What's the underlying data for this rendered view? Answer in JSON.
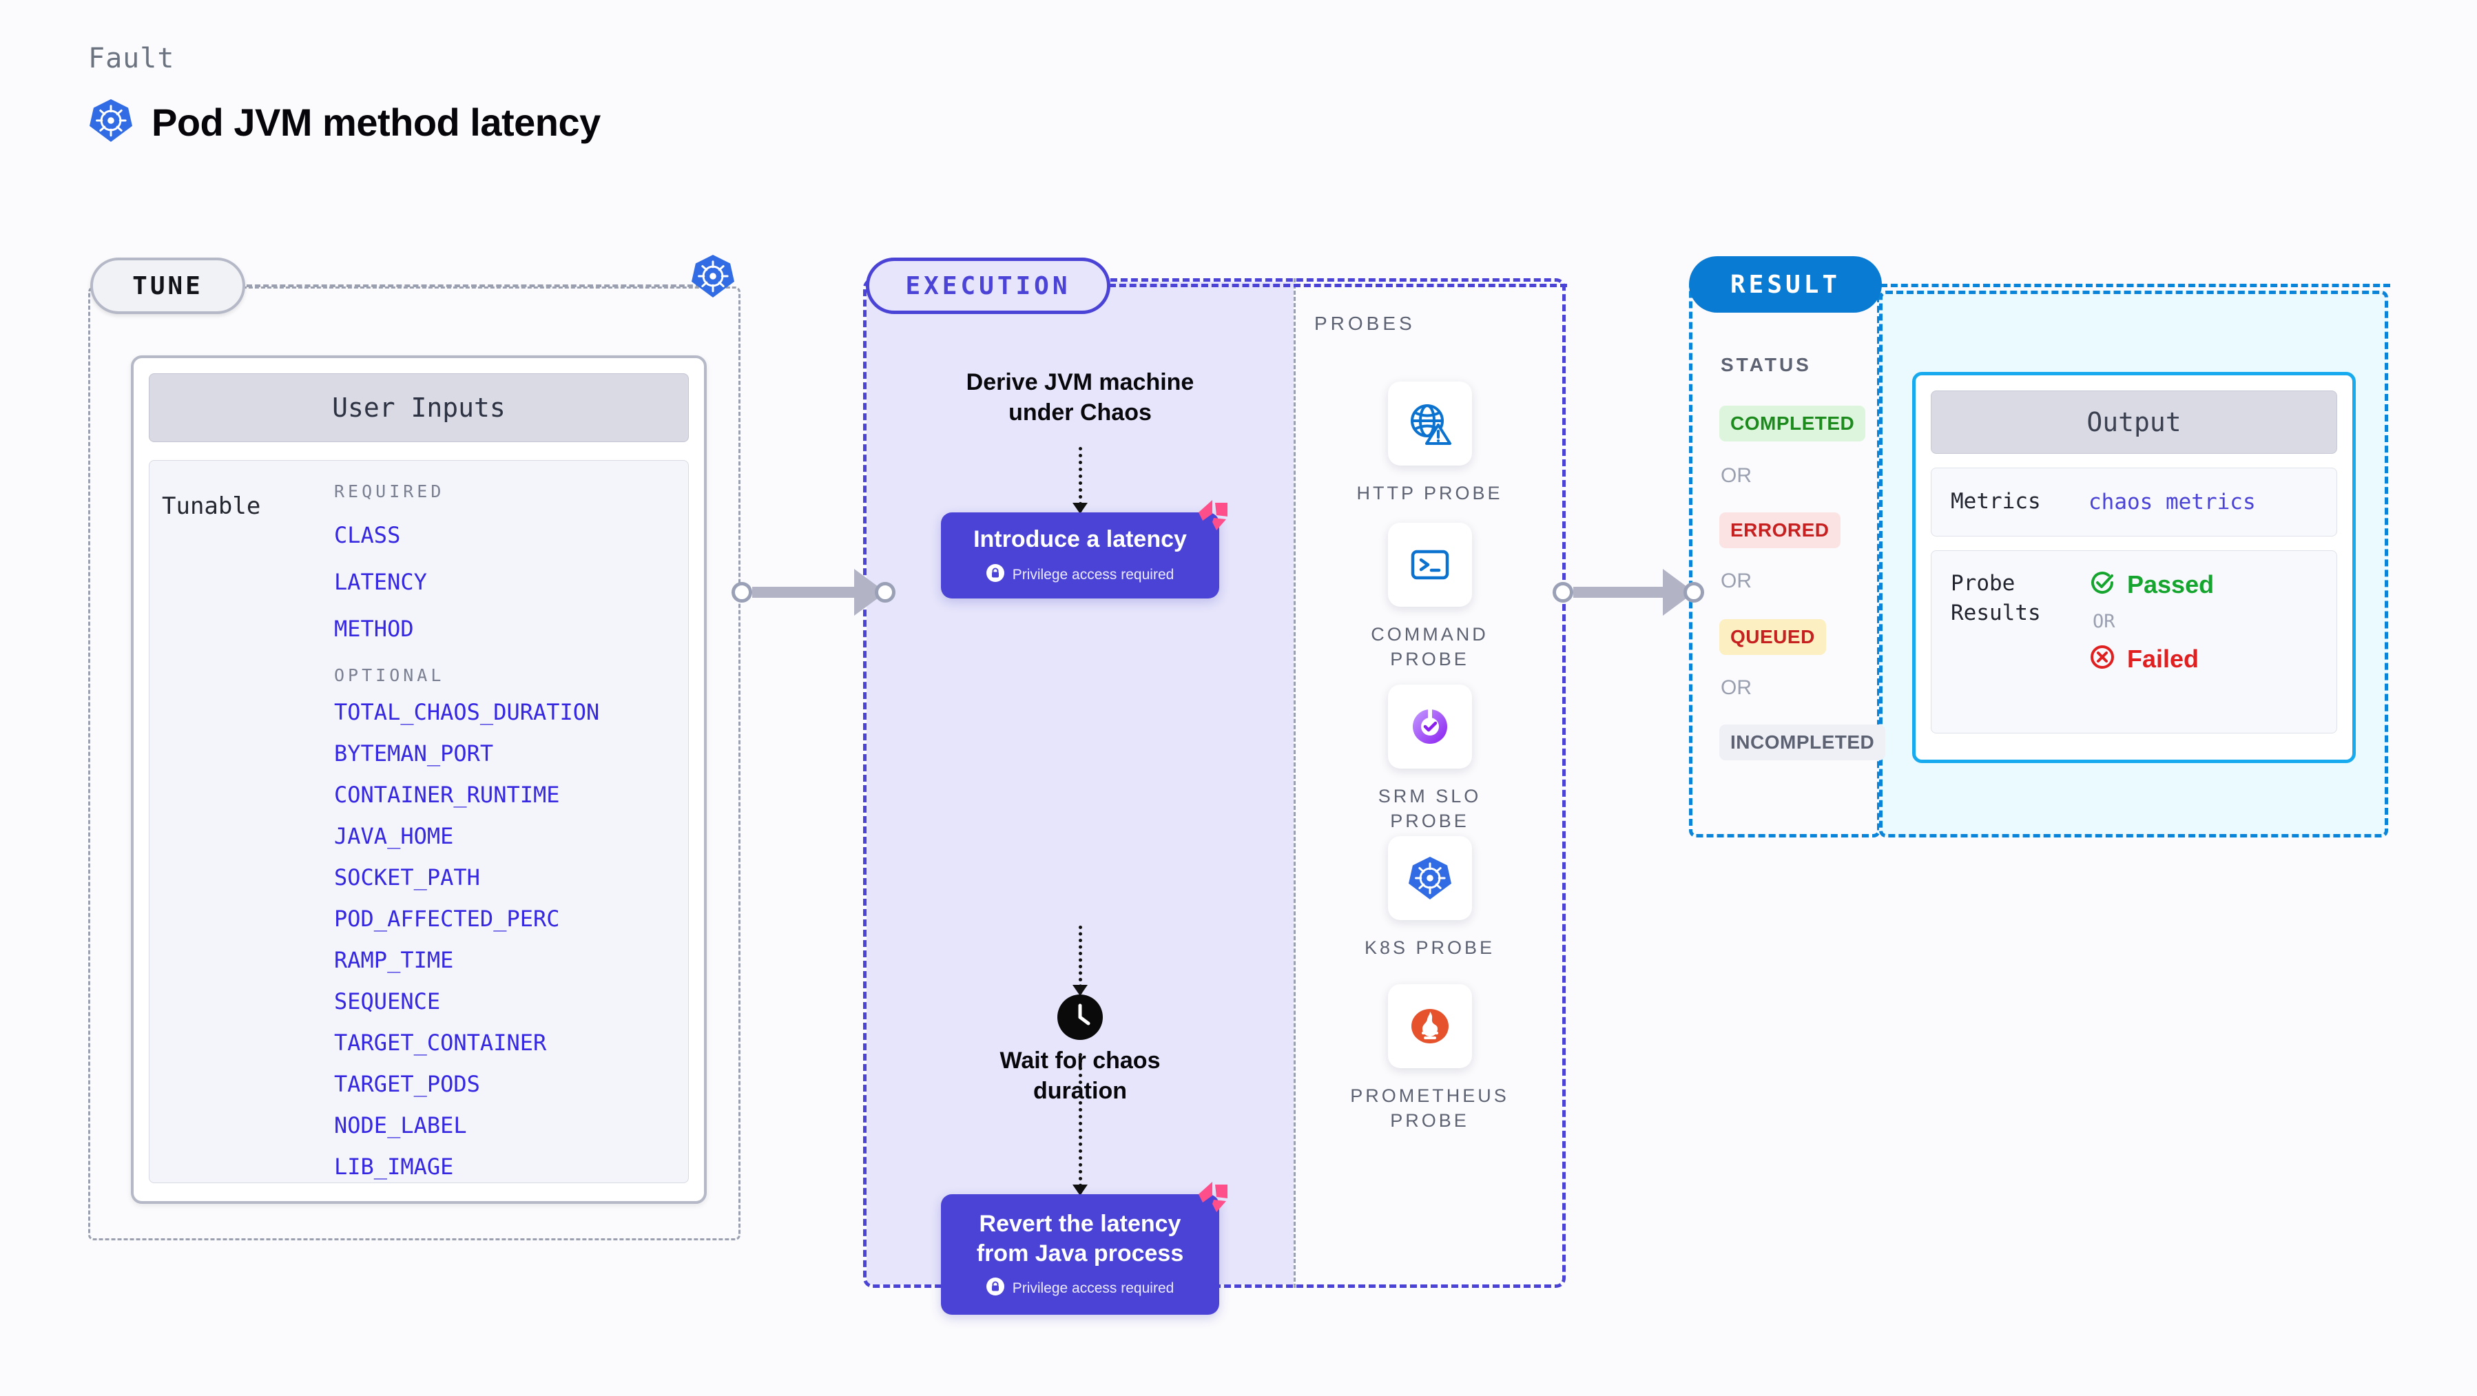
{
  "header": {
    "eyebrow": "Fault",
    "title": "Pod JVM method latency",
    "icon": "kubernetes-icon"
  },
  "tune": {
    "badge": "TUNE",
    "icon": "kubernetes-icon",
    "card_title": "User Inputs",
    "tunable_label": "Tunable",
    "required_title": "REQUIRED",
    "required": [
      "CLASS",
      "LATENCY",
      "METHOD"
    ],
    "optional_title": "OPTIONAL",
    "optional": [
      "TOTAL_CHAOS_DURATION",
      "BYTEMAN_PORT",
      "CONTAINER_RUNTIME",
      "JAVA_HOME",
      "SOCKET_PATH",
      "POD_AFFECTED_PERC",
      "RAMP_TIME",
      "SEQUENCE",
      "TARGET_CONTAINER",
      "TARGET_PODS",
      "NODE_LABEL",
      "LIB_IMAGE"
    ]
  },
  "execution": {
    "badge": "EXECUTION",
    "derive_step": "Derive JVM machine under Chaos",
    "derive_line1": "Derive JVM machine",
    "derive_line2": "under Chaos",
    "wait_line1": "Wait for chaos",
    "wait_line2": "duration",
    "wait_icon": "clock-icon",
    "privilege_note": "Privilege access required",
    "privilege_icon": "lock-icon",
    "cards": [
      {
        "title": "Introduce a latency",
        "sub": "Privilege access required"
      },
      {
        "title": "Revert the latency from Java process",
        "sub": "Privilege access required"
      }
    ],
    "card_introduce_title": "Introduce a latency",
    "card_revert_title_1": "Revert the latency",
    "card_revert_title_2": "from Java process"
  },
  "probes": {
    "title": "PROBES",
    "items": [
      {
        "label": "HTTP PROBE",
        "label_1": "HTTP PROBE",
        "label_2": "",
        "icon": "globe-warning-icon"
      },
      {
        "label": "COMMAND PROBE",
        "label_1": "COMMAND",
        "label_2": "PROBE",
        "icon": "terminal-icon"
      },
      {
        "label": "SRM SLO PROBE",
        "label_1": "SRM SLO",
        "label_2": "PROBE",
        "icon": "srm-slo-icon"
      },
      {
        "label": "K8S PROBE",
        "label_1": "K8S PROBE",
        "label_2": "",
        "icon": "kubernetes-icon"
      },
      {
        "label": "PROMETHEUS PROBE",
        "label_1": "PROMETHEUS",
        "label_2": "PROBE",
        "icon": "prometheus-icon"
      }
    ]
  },
  "result": {
    "badge": "RESULT",
    "status_title": "STATUS",
    "or_label": "OR",
    "statuses": [
      {
        "label": "COMPLETED",
        "bg": "#dcf5dc",
        "fg": "#1c8a1c"
      },
      {
        "label": "ERRORED",
        "bg": "#fbe3e3",
        "fg": "#c62020"
      },
      {
        "label": "QUEUED",
        "bg": "#fcefc2",
        "fg": "#c62020"
      },
      {
        "label": "INCOMPLETED",
        "bg": "#eef0f6",
        "fg": "#5d6273"
      }
    ]
  },
  "output": {
    "title": "Output",
    "metrics_key": "Metrics",
    "metrics_value": "chaos metrics",
    "probe_results_key_1": "Probe",
    "probe_results_key_2": "Results",
    "passed_label": "Passed",
    "passed_icon": "check-circle-icon",
    "or_label": "OR",
    "failed_label": "Failed",
    "failed_icon": "x-circle-icon"
  },
  "colors": {
    "accent_purple": "#4a43d6",
    "accent_blue": "#0a7bd2",
    "cyan": "#17aaee",
    "k8s_blue": "#326ce5",
    "pink_flag": "#ff4f8b",
    "param_blue": "#3528e0",
    "green": "#15a52e",
    "red": "#e02020"
  }
}
